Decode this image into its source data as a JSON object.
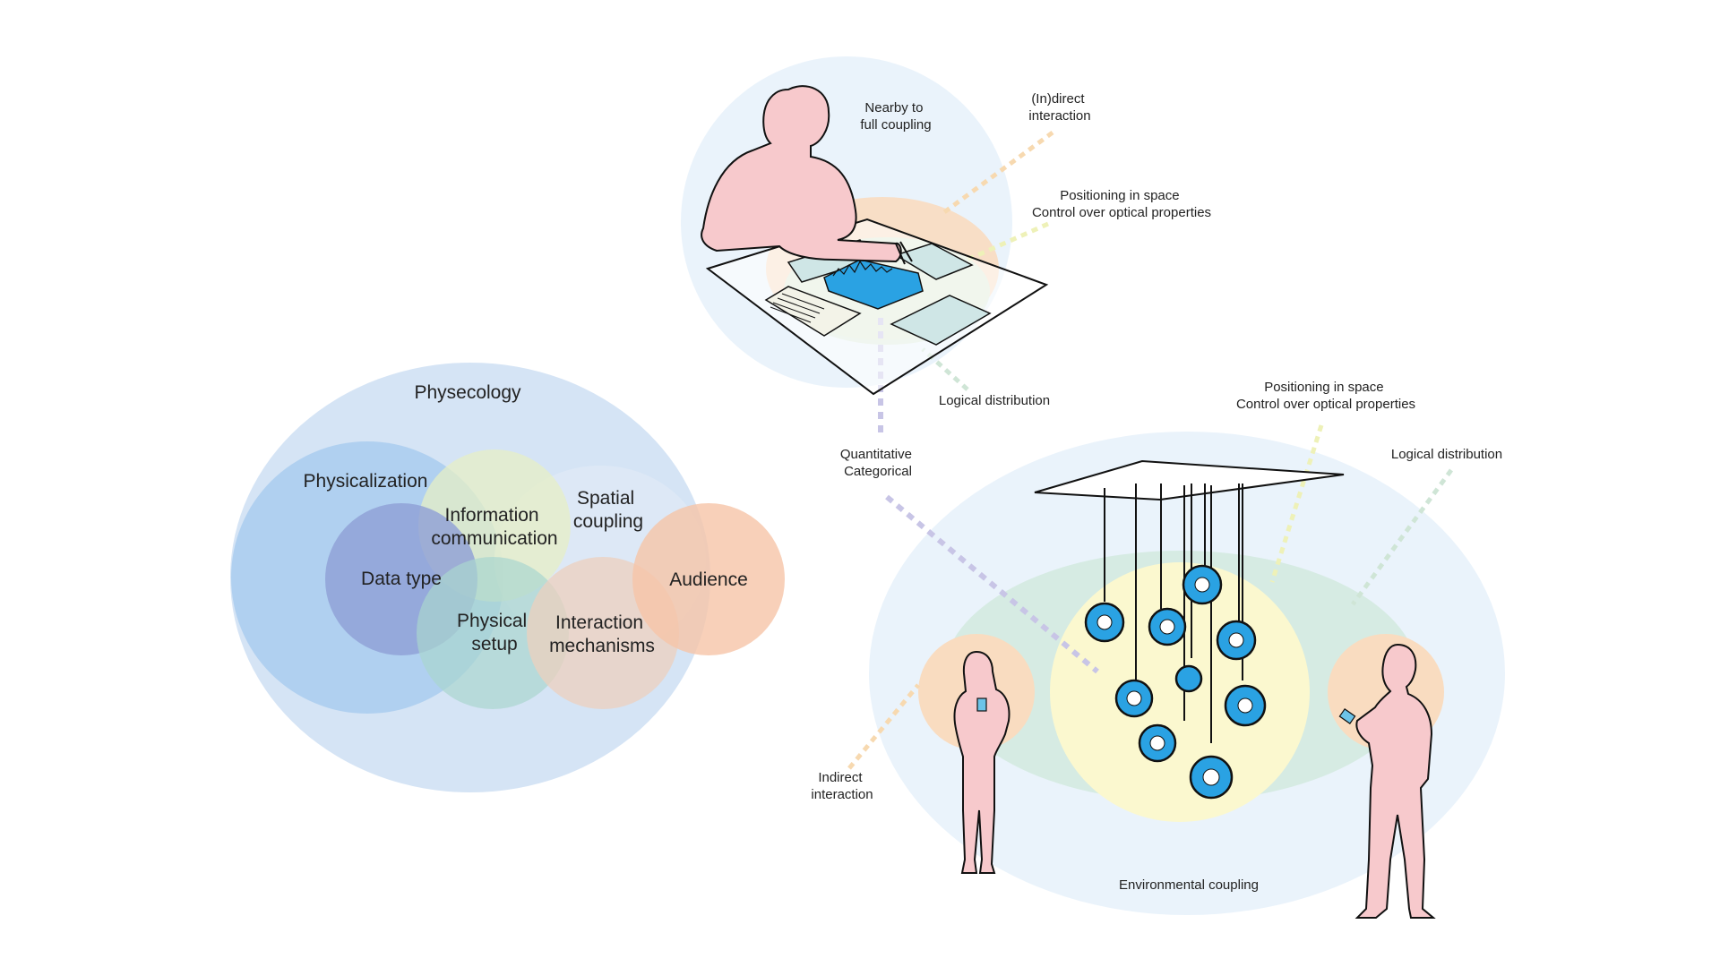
{
  "venn": {
    "physecology": "Physecology",
    "physicalization": "Physicalization",
    "data_type": "Data type",
    "information_communication": [
      "Information",
      "communication"
    ],
    "spatial_coupling": [
      "Spatial",
      "coupling"
    ],
    "audience": "Audience",
    "physical_setup": [
      "Physical",
      "setup"
    ],
    "interaction_mechanisms": [
      "Interaction",
      "mechanisms"
    ]
  },
  "top_scene": {
    "nearby_coupling": [
      "Nearby to",
      "full coupling"
    ],
    "in_direct_interaction": [
      "(In)direct",
      "interaction"
    ],
    "positioning": [
      "Positioning in space",
      "Control over optical properties"
    ],
    "logical_distribution": "Logical distribution"
  },
  "bottom_scene": {
    "quantitative_categorical": [
      "Quantitative",
      "Categorical"
    ],
    "positioning": [
      "Positioning in space",
      "Control over optical properties"
    ],
    "logical_distribution": "Logical distribution",
    "indirect_interaction": [
      "Indirect",
      "interaction"
    ],
    "environmental_coupling": "Environmental coupling"
  },
  "colors": {
    "physecology": "#d3e3f4",
    "physicalization": "#a9cdef",
    "data_type": "#8f9fd6",
    "information": "#e2ecc9",
    "spatial": "#dfe9f5",
    "audience": "#f6c4a8",
    "physical_setup": "#a9d5cf",
    "interaction": "#ecd0be",
    "person": "#f7c9cc",
    "device": "#2aa2e3"
  }
}
